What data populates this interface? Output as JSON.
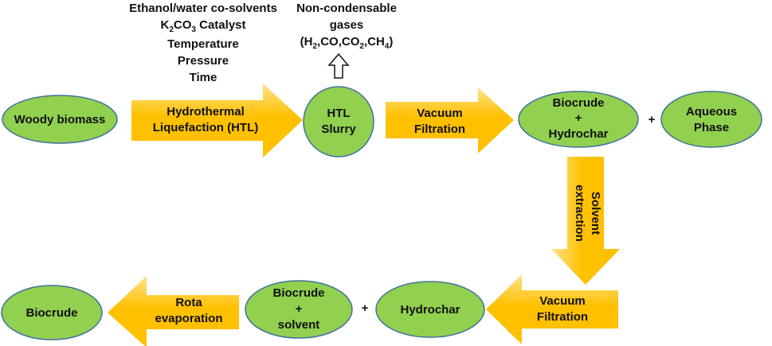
{
  "colors": {
    "node_fill": "#92D050",
    "node_stroke": "#41719C",
    "arrow_fill": "#FFC000",
    "arrow_gradient_light": "#FFE38A",
    "text": "#111111"
  },
  "conditions": [
    {
      "plain": "Ethanol/water co-solvents"
    },
    {
      "base1": "K",
      "sub1": "2",
      "base2": "CO",
      "sub2": "3",
      "rest": " Catalyst"
    },
    {
      "plain": "Temperature"
    },
    {
      "plain": "Pressure"
    },
    {
      "plain": "Time"
    }
  ],
  "gases": {
    "line1": "Non-condensable",
    "line2": "gases",
    "formula": {
      "open": "(H",
      "sub1": "2",
      "mid": ",CO,CO",
      "sub2": "2",
      "mid2": ",CH",
      "sub3": "4",
      "close": ")"
    }
  },
  "nodes": {
    "woody_biomass": "Woody biomass",
    "htl_slurry": [
      "HTL",
      "Slurry"
    ],
    "biocrude_hydrochar": [
      "Biocrude",
      "+",
      "Hydrochar"
    ],
    "aqueous_phase": [
      "Aqueous",
      "Phase"
    ],
    "hydrochar": "Hydrochar",
    "biocrude_solvent": [
      "Biocrude",
      "+",
      "solvent"
    ],
    "biocrude": "Biocrude"
  },
  "plus_signs": [
    "+",
    "+"
  ],
  "arrows": {
    "htl": [
      "Hydrothermal",
      "Liquefaction (HTL)"
    ],
    "vacuum_filtration_1": [
      "Vacuum",
      "Filtration"
    ],
    "solvent_extraction": [
      "Solvent",
      "extraction"
    ],
    "vacuum_filtration_2": [
      "Vacuum",
      "Filtration"
    ],
    "rota_evaporation": [
      "Rota",
      "evaporation"
    ]
  }
}
